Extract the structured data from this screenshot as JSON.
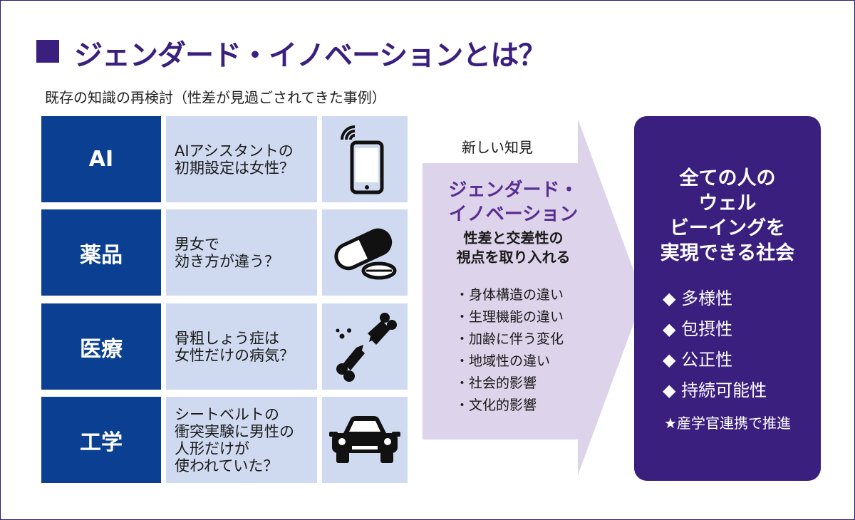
{
  "title": "ジェンダード・イノベーションとは？",
  "subtitle": "既存の知識の再検討（性差が見過ごされてきた事例）",
  "cases": [
    {
      "category": "AI",
      "description": [
        "AIアシスタントの",
        "初期設定は女性？"
      ],
      "icon": "smartphone-icon"
    },
    {
      "category": "薬品",
      "description": [
        "男女で",
        "効き方が違う？"
      ],
      "icon": "pill-icon"
    },
    {
      "category": "医療",
      "description": [
        "骨粗しょう症は",
        "女性だけの病気？"
      ],
      "icon": "broken-bone-icon"
    },
    {
      "category": "工学",
      "description": [
        "シートベルトの",
        "衝突実験に男性の",
        "人形だけが",
        "使われていた？"
      ],
      "icon": "car-icon"
    }
  ],
  "arrow": {
    "label": "新しい知見",
    "title": [
      "ジェンダード・",
      "イノベーション"
    ],
    "subtitle": [
      "性差と交差性の",
      "視点を取り入れる"
    ],
    "items": [
      "・身体構造の違い",
      "・生理機能の違い",
      "・加齢に伴う変化",
      "・地域性の違い",
      "・社会的影響",
      "・文化的影響"
    ]
  },
  "goal": {
    "title": [
      "全ての人の",
      "ウェル",
      "ビーイングを",
      "実現できる社会"
    ],
    "items": [
      "◆ 多様性",
      "◆ 包摂性",
      "◆ 公正性",
      "◆ 持続可能性"
    ],
    "note": "★産学官連携で推進"
  },
  "colors": {
    "purple": "#3a1f7e",
    "blue": "#0b3f92",
    "lightblue": "#cfdaf0",
    "arrow": "#ddd3ea",
    "accent": "#5a2d91"
  }
}
